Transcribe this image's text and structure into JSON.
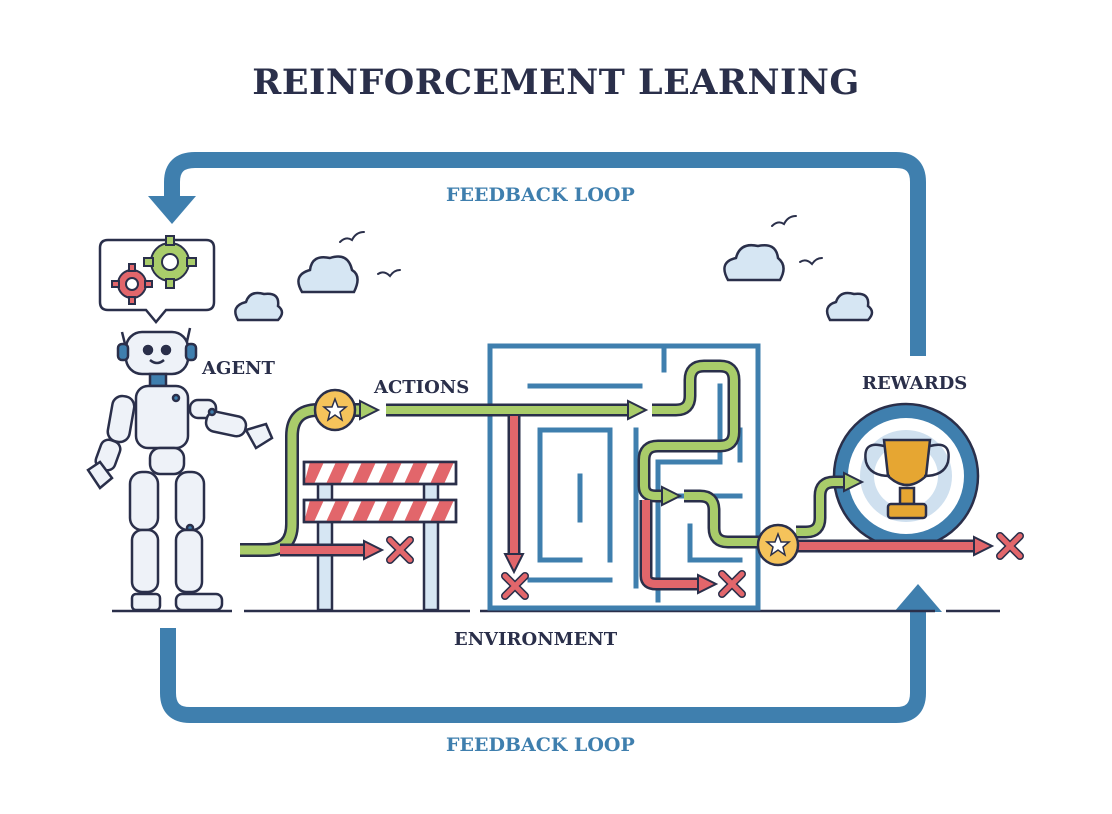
{
  "title": "REINFORCEMENT LEARNING",
  "labels": {
    "feedback_top": "FEEDBACK LOOP",
    "feedback_bottom": "FEEDBACK LOOP",
    "agent": "AGENT",
    "actions": "ACTIONS",
    "rewards": "REWARDS",
    "environment": "ENVIRONMENT"
  },
  "colors": {
    "loop": "#3f7fae",
    "green_path": "#a9cc6a",
    "red_path": "#e2666b",
    "outline": "#2a2f4a",
    "maze": "#3f7fae",
    "star": "#f5c35b",
    "trophy": "#e6a632"
  },
  "icons": [
    "gear-icon",
    "robot-icon",
    "barrier-icon",
    "maze-icon",
    "trophy-icon",
    "star-icon",
    "x-mark-icon",
    "cloud-icon",
    "bird-icon"
  ]
}
